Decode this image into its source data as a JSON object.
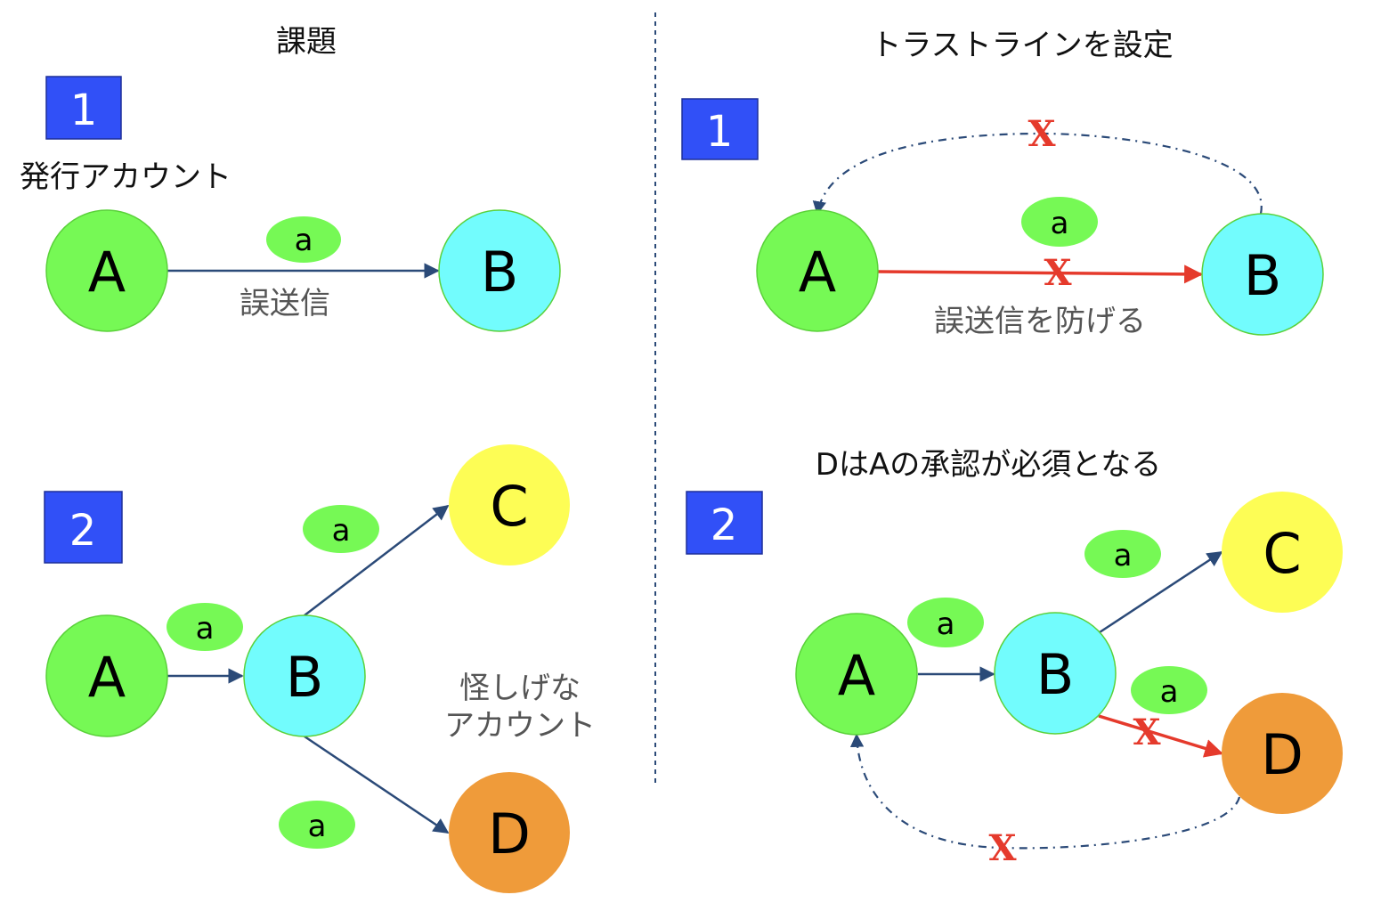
{
  "left": {
    "title": "課題",
    "panel1": {
      "number": "1",
      "heading": "発行アカウント",
      "nodes": {
        "a": "A",
        "b": "B"
      },
      "token": "a",
      "caption": "誤送信"
    },
    "panel2": {
      "number": "2",
      "nodes": {
        "a": "A",
        "b": "B",
        "c": "C",
        "d": "D"
      },
      "tokens": [
        "a",
        "a",
        "a"
      ],
      "caption_line1": "怪しげな",
      "caption_line2": "アカウント"
    }
  },
  "right": {
    "title": "トラストラインを設定",
    "panel1": {
      "number": "1",
      "nodes": {
        "a": "A",
        "b": "B"
      },
      "token": "a",
      "caption": "誤送信を防げる",
      "marks": [
        "X",
        "X"
      ]
    },
    "panel2": {
      "number": "2",
      "heading": "DはAの承認が必須となる",
      "nodes": {
        "a": "A",
        "b": "B",
        "c": "C",
        "d": "D"
      },
      "tokens": [
        "a",
        "a",
        "a"
      ],
      "marks": [
        "X",
        "X"
      ]
    }
  },
  "colors": {
    "badge": "#3150f7",
    "node_green": "#76f955",
    "node_cyan": "#72fcfd",
    "node_yellow": "#fdfd55",
    "node_orange": "#ef9b3a",
    "token": "#76f955",
    "arrow": "#2b4a78",
    "arrow_red": "#e53a2c"
  }
}
